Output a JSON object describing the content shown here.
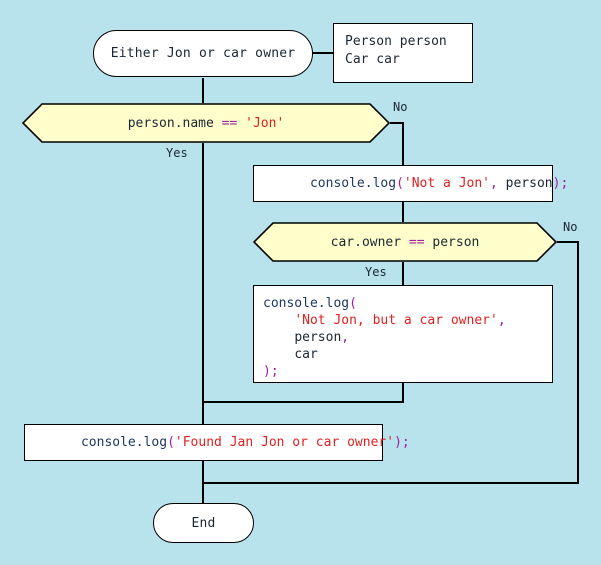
{
  "diagram": {
    "title": "Either Jon or car owner flowchart",
    "background_color": "#b8e2ec",
    "decision_fill": "#ffffcc",
    "node_fill": "#ffffff",
    "stroke_color": "#000000"
  },
  "nodes": {
    "start": {
      "label": "Either Jon or car owner",
      "shape": "stadium"
    },
    "annotation": {
      "line1": "Person person",
      "line2": "Car car",
      "shape": "rect"
    },
    "decision1": {
      "text_plain": "person.name == 'Jon'",
      "shape": "hexagon",
      "tokens": [
        {
          "t": "person",
          "c": "id"
        },
        {
          "t": ".",
          "c": "dot"
        },
        {
          "t": "name",
          "c": "id"
        },
        {
          "t": " ",
          "c": "id"
        },
        {
          "t": "==",
          "c": "op"
        },
        {
          "t": " ",
          "c": "id"
        },
        {
          "t": "'Jon'",
          "c": "str"
        }
      ]
    },
    "log_not_a_jon": {
      "text_plain": "console.log('Not a Jon', person);",
      "shape": "rect",
      "tokens": [
        {
          "t": "console",
          "c": "obj"
        },
        {
          "t": ".",
          "c": "dot"
        },
        {
          "t": "log",
          "c": "fn"
        },
        {
          "t": "(",
          "c": "punc"
        },
        {
          "t": "'Not a Jon'",
          "c": "str"
        },
        {
          "t": ",",
          "c": "punc"
        },
        {
          "t": " ",
          "c": "id"
        },
        {
          "t": "person",
          "c": "id"
        },
        {
          "t": ")",
          "c": "punc"
        },
        {
          "t": ";",
          "c": "punc"
        }
      ]
    },
    "decision2": {
      "text_plain": "car.owner == person",
      "shape": "hexagon",
      "tokens": [
        {
          "t": "car",
          "c": "id"
        },
        {
          "t": ".",
          "c": "dot"
        },
        {
          "t": "owner",
          "c": "id"
        },
        {
          "t": " ",
          "c": "id"
        },
        {
          "t": "==",
          "c": "op"
        },
        {
          "t": " ",
          "c": "id"
        },
        {
          "t": "person",
          "c": "id"
        }
      ]
    },
    "log_car_owner": {
      "text_plain": "console.log(\n    'Not Jon, but a car owner',\n    person,\n    car\n);",
      "shape": "rect",
      "lines": [
        [
          {
            "t": "console",
            "c": "obj"
          },
          {
            "t": ".",
            "c": "dot"
          },
          {
            "t": "log",
            "c": "fn"
          },
          {
            "t": "(",
            "c": "punc"
          }
        ],
        [
          {
            "t": "    ",
            "c": "id"
          },
          {
            "t": "'Not Jon, but a car owner'",
            "c": "str"
          },
          {
            "t": ",",
            "c": "punc"
          }
        ],
        [
          {
            "t": "    ",
            "c": "id"
          },
          {
            "t": "person",
            "c": "id"
          },
          {
            "t": ",",
            "c": "punc"
          }
        ],
        [
          {
            "t": "    ",
            "c": "id"
          },
          {
            "t": "car",
            "c": "id"
          }
        ],
        [
          {
            "t": ")",
            "c": "punc"
          },
          {
            "t": ";",
            "c": "punc"
          }
        ]
      ]
    },
    "log_found": {
      "text_plain": "console.log('Found Jan Jon or car owner');",
      "shape": "rect",
      "tokens": [
        {
          "t": "console",
          "c": "obj"
        },
        {
          "t": ".",
          "c": "dot"
        },
        {
          "t": "log",
          "c": "fn"
        },
        {
          "t": "(",
          "c": "punc"
        },
        {
          "t": "'Found Jan Jon or car owner'",
          "c": "str"
        },
        {
          "t": ")",
          "c": "punc"
        },
        {
          "t": ";",
          "c": "punc"
        }
      ]
    },
    "end": {
      "label": "End",
      "shape": "stadium"
    }
  },
  "edge_labels": {
    "decision1_no": "No",
    "decision1_yes": "Yes",
    "decision2_no": "No",
    "decision2_yes": "Yes"
  }
}
